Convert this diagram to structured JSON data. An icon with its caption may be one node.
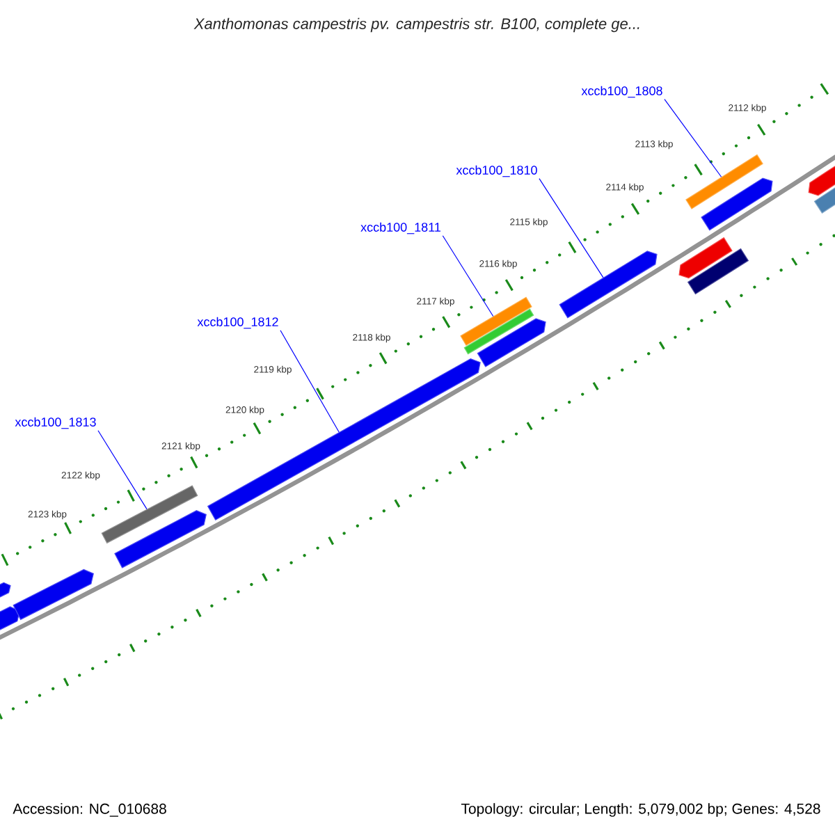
{
  "diagram": {
    "title": "Xanthomonas campestris pv. campestris str. B100, complete ge...",
    "nodes": [
      {
        "text": [
          "xccb100_1808"
        ]
      },
      {
        "text": [
          "xccb100_1810"
        ]
      },
      {
        "text": [
          "xccb100_1811"
        ]
      },
      {
        "text": [
          "xccb100_1812"
        ]
      },
      {
        "text": [
          "xccb100_1813"
        ]
      },
      {
        "text": [],
        "shape": "bar"
      },
      {
        "text": [],
        "shape": "bar"
      },
      {
        "text": [],
        "shape": "bar"
      },
      {
        "text": [],
        "shape": "bar"
      },
      {
        "text": [],
        "shape": "bar"
      },
      {
        "text": [],
        "shape": "bar"
      },
      {
        "text": [],
        "shape": "bar"
      },
      {
        "text": [],
        "shape": "bar"
      },
      {
        "text": [],
        "shape": "bar"
      },
      {
        "text": [],
        "shape": "bar"
      },
      {
        "text": [],
        "shape": "bar"
      },
      {
        "text": [],
        "shape": "bar"
      },
      {
        "text": [],
        "shape": "bar"
      },
      {
        "text": [],
        "shape": "bar"
      },
      {
        "text": [],
        "shape": "bar"
      },
      {
        "text": [],
        "shape": "bar"
      }
    ],
    "edges": [
      {
        "from": 0,
        "to": 16,
        "arrow": "none"
      },
      {
        "from": 1,
        "to": 14,
        "arrow": "none"
      },
      {
        "from": 2,
        "to": 11,
        "arrow": "none"
      },
      {
        "from": 3,
        "to": 10,
        "arrow": "none"
      },
      {
        "from": 4,
        "to": 8,
        "arrow": "none"
      }
    ],
    "labels": [
      "2112 kbp",
      "2113 kbp",
      "2114 kbp",
      "2115 kbp",
      "2116 kbp",
      "2117 kbp",
      "2118 kbp",
      "2119 kbp",
      "2120 kbp",
      "2121 kbp",
      "2122 kbp",
      "2123 kbp",
      "Accession: NC_010688",
      "Topology: circular; Length: 5,079,002 bp; Genes: 4,528"
    ]
  }
}
